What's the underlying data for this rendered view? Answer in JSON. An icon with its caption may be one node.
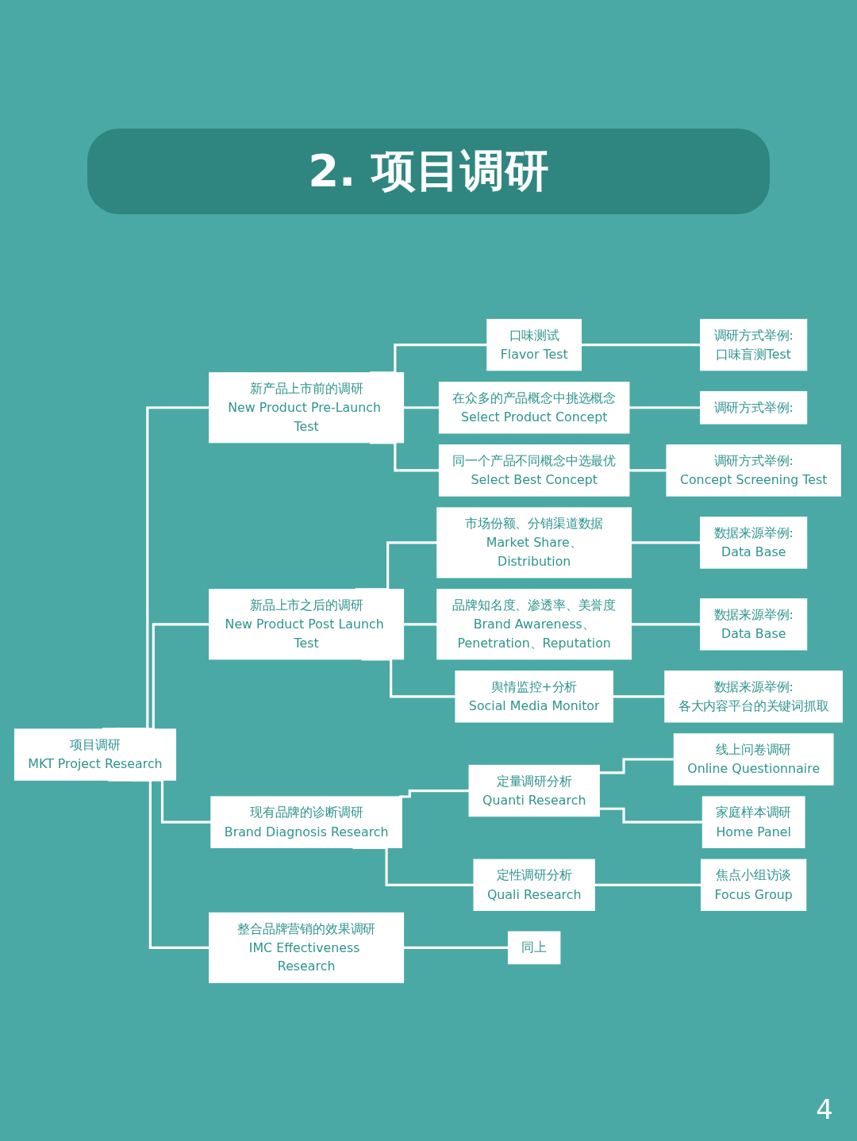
{
  "diagram": {
    "title": "2. 项目调研",
    "nodes": [
      {
        "text": [
          "项目调研",
          "MKT Project Research"
        ]
      },
      {
        "text": [
          "新产品上市前的调研",
          "New Product Pre-Launch Test"
        ]
      },
      {
        "text": [
          "口味测试",
          "Flavor Test"
        ]
      },
      {
        "text": [
          "调研方式举例:",
          "口味盲测Test"
        ]
      },
      {
        "text": [
          "在众多的产品概念中挑选概念",
          "Select Product Concept"
        ]
      },
      {
        "text": [
          "调研方式举例:"
        ]
      },
      {
        "text": [
          "同一个产品不同概念中选最优",
          "Select Best Concept"
        ]
      },
      {
        "text": [
          "调研方式举例:",
          "Concept Screening Test"
        ]
      },
      {
        "text": [
          "新品上市之后的调研",
          "New Product Post Launch Test"
        ]
      },
      {
        "text": [
          "市场份额、分销渠道数据",
          "Market Share、Distribution"
        ]
      },
      {
        "text": [
          "数据来源举例:",
          "Data Base"
        ]
      },
      {
        "text": [
          "品牌知名度、渗透率、美誉度",
          "Brand Awareness、Penetration、Reputation"
        ]
      },
      {
        "text": [
          "数据来源举例:",
          "Data Base"
        ]
      },
      {
        "text": [
          "舆情监控+分析",
          "Social Media Monitor"
        ]
      },
      {
        "text": [
          "数据来源举例:",
          "各大内容平台的关键词抓取"
        ]
      },
      {
        "text": [
          "现有品牌的诊断调研",
          "Brand Diagnosis Research"
        ]
      },
      {
        "text": [
          "定量调研分析",
          "Quanti Research"
        ]
      },
      {
        "text": [
          "线上问卷调研",
          "Online Questionnaire"
        ]
      },
      {
        "text": [
          "家庭样本调研",
          "Home Panel"
        ]
      },
      {
        "text": [
          "定性调研分析",
          "Quali Research"
        ]
      },
      {
        "text": [
          "焦点小组访谈",
          "Focus Group"
        ]
      },
      {
        "text": [
          "整合品牌营销的效果调研",
          "IMC Effectiveness Research"
        ]
      },
      {
        "text": [
          "同上"
        ]
      }
    ],
    "edges": [
      {
        "from": 0,
        "to": 1,
        "arrow": "none"
      },
      {
        "from": 1,
        "to": 2,
        "arrow": "none"
      },
      {
        "from": 2,
        "to": 3,
        "arrow": "none"
      },
      {
        "from": 1,
        "to": 4,
        "arrow": "none"
      },
      {
        "from": 4,
        "to": 5,
        "arrow": "none"
      },
      {
        "from": 1,
        "to": 6,
        "arrow": "none"
      },
      {
        "from": 6,
        "to": 7,
        "arrow": "none"
      },
      {
        "from": 0,
        "to": 8,
        "arrow": "none"
      },
      {
        "from": 8,
        "to": 9,
        "arrow": "none"
      },
      {
        "from": 9,
        "to": 10,
        "arrow": "none"
      },
      {
        "from": 8,
        "to": 11,
        "arrow": "none"
      },
      {
        "from": 11,
        "to": 12,
        "arrow": "none"
      },
      {
        "from": 8,
        "to": 13,
        "arrow": "none"
      },
      {
        "from": 13,
        "to": 14,
        "arrow": "none"
      },
      {
        "from": 0,
        "to": 15,
        "arrow": "none"
      },
      {
        "from": 15,
        "to": 16,
        "arrow": "none"
      },
      {
        "from": 16,
        "to": 17,
        "arrow": "none"
      },
      {
        "from": 16,
        "to": 18,
        "arrow": "none"
      },
      {
        "from": 15,
        "to": 19,
        "arrow": "none"
      },
      {
        "from": 19,
        "to": 20,
        "arrow": "none"
      },
      {
        "from": 0,
        "to": 21,
        "arrow": "none"
      },
      {
        "from": 21,
        "to": 22,
        "arrow": "none"
      }
    ],
    "labels": [
      "4"
    ]
  }
}
